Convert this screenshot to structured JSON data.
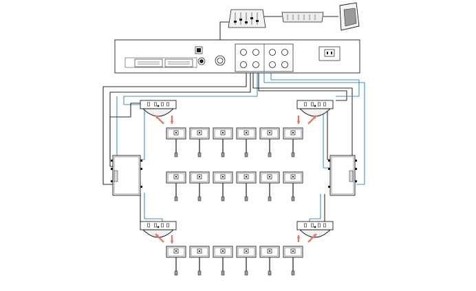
{
  "colors": {
    "cable_black": "#2a2a2a",
    "cable_blue": "#3d8fcf",
    "ir_arrow": "#e07b6b",
    "device_fill": "#f2f2f2",
    "outline": "#1a1a1a"
  },
  "icons": {
    "mixer": "audio-mixer-icon",
    "amplifier": "amplifier-rack-icon",
    "speaker": "speaker-icon",
    "ir_radiator": "ir-dome-radiator-icon",
    "ir_receiver": "ir-receiver-panel-icon",
    "delegate_unit": "gooseneck-microphone-unit-icon"
  },
  "main_unit": {
    "displays": [
      "",
      ""
    ]
  },
  "layout": {
    "top_row_units": 6,
    "middle_row_units": 6,
    "bottom_row_units": 6
  }
}
